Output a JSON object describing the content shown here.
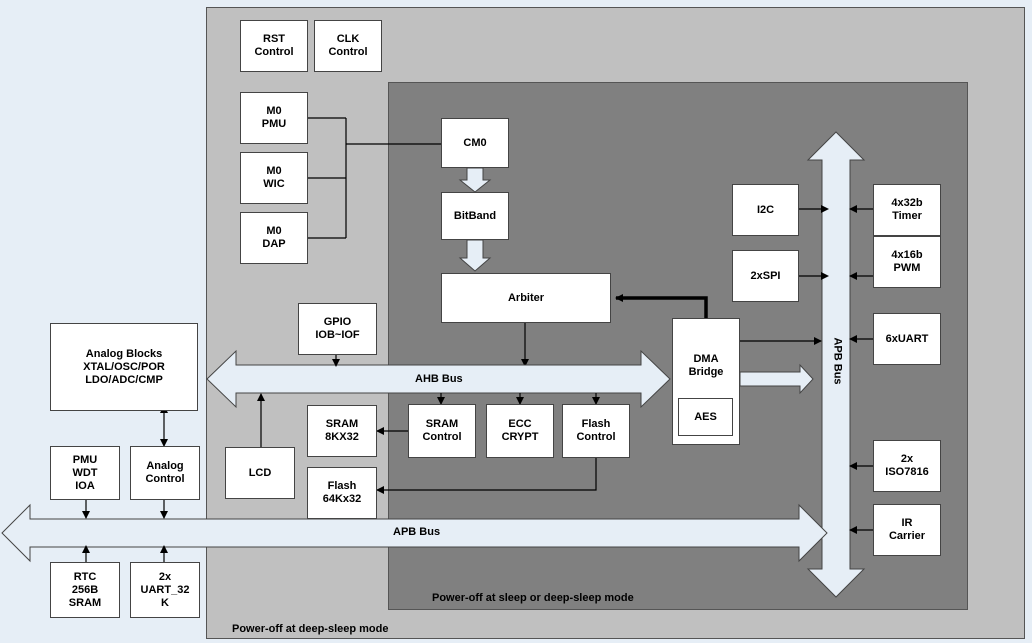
{
  "regions": {
    "deep_sleep": "Power-off at deep-sleep mode",
    "sleep": "Power-off at sleep or deep-sleep mode"
  },
  "blocks": {
    "rst": [
      "RST",
      "Control"
    ],
    "clk": [
      "CLK",
      "Control"
    ],
    "m0_pmu": [
      "M0",
      "PMU"
    ],
    "m0_wic": [
      "M0",
      "WIC"
    ],
    "m0_dap": [
      "M0",
      "DAP"
    ],
    "cm0": [
      "CM0"
    ],
    "bitband": [
      "BitBand"
    ],
    "arbiter": [
      "Arbiter"
    ],
    "gpio": [
      "GPIO",
      "IOB~IOF"
    ],
    "analog_blocks": [
      "Analog Blocks",
      "XTAL/OSC/POR",
      "LDO/ADC/CMP"
    ],
    "pmu_wdt": [
      "PMU",
      "WDT",
      "IOA"
    ],
    "analog_ctrl": [
      "Analog",
      "Control"
    ],
    "lcd": [
      "LCD"
    ],
    "sram": [
      "SRAM",
      "8KX32"
    ],
    "sram_ctrl": [
      "SRAM",
      "Control"
    ],
    "ecc": [
      "ECC",
      "CRYPT"
    ],
    "flash_ctrl": [
      "Flash",
      "Control"
    ],
    "flash": [
      "Flash",
      "64Kx32"
    ],
    "dma": [
      "DMA",
      "Bridge"
    ],
    "aes": [
      "AES"
    ],
    "i2c": [
      "I2C"
    ],
    "spi": [
      "2xSPI"
    ],
    "timer": [
      "4x32b",
      "Timer"
    ],
    "pwm": [
      "4x16b",
      "PWM"
    ],
    "uart": [
      "6xUART"
    ],
    "iso": [
      "2x",
      "ISO7816"
    ],
    "ir": [
      "IR",
      "Carrier"
    ],
    "rtc": [
      "RTC",
      "256B",
      "SRAM"
    ],
    "uart32k": [
      "2x",
      "UART_32",
      "K"
    ]
  },
  "buses": {
    "ahb": "AHB Bus",
    "apb_h": "APB Bus",
    "apb_v": "APB Bus"
  },
  "colors": {
    "background": "#e6eef6",
    "deep_sleep_region": "#c0c0c0",
    "sleep_region": "#808080",
    "bus_fill": "#e6eef6"
  }
}
